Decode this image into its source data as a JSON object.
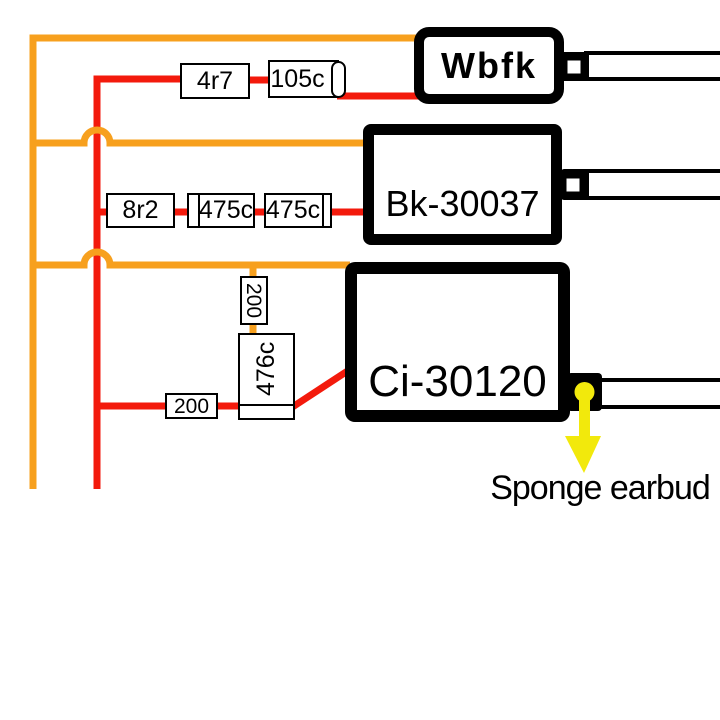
{
  "diagram": {
    "type": "wiring-schematic",
    "components": {
      "wbfk": {
        "label": "Wbfk"
      },
      "bk": {
        "label": "Bk-30037"
      },
      "ci": {
        "label": "Ci-30120"
      }
    },
    "parts": {
      "r4r7": "4r7",
      "c105c": "105c",
      "r8r2": "8r2",
      "c475c_a": "475c",
      "c475c_b": "475c",
      "r200_top": "200",
      "c476c": "476c",
      "r200_left": "200"
    },
    "annotation": {
      "label": "Sponge earbud"
    },
    "colors": {
      "orange_wire": "#F7A01E",
      "red_wire": "#F31A0C",
      "highlight_yellow": "#F2E90C",
      "outline_black": "#000000"
    }
  }
}
